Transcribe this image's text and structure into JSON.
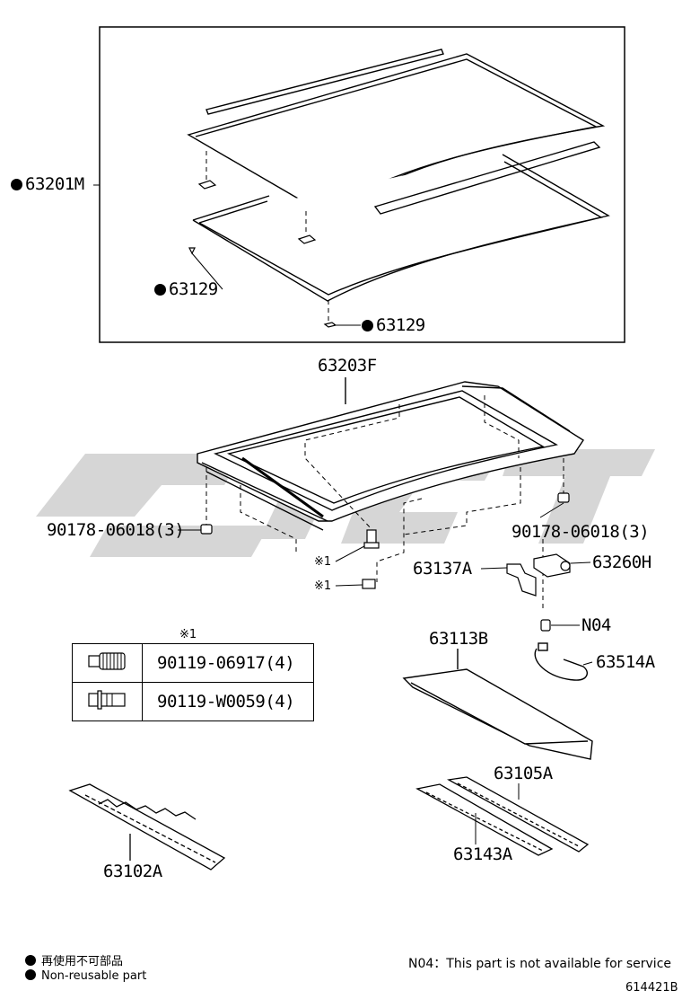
{
  "labels": {
    "p63201M": "63201M",
    "p63129a": "63129",
    "p63129b": "63129",
    "p63203F": "63203F",
    "p90178_left": "90178-06018(3)",
    "p90178_right": "90178-06018(3)",
    "ref1a": "※1",
    "ref1b": "※1",
    "p63137A": "63137A",
    "p63260H": "63260H",
    "pN04": "N04",
    "p63113B": "63113B",
    "p63514A": "63514A",
    "p63105A": "63105A",
    "p63143A": "63143A",
    "p63102A": "63102A"
  },
  "fastener_table": {
    "ref": "※1",
    "rows": [
      {
        "part": "90119-06917(4)",
        "icon": "bolt-icon"
      },
      {
        "part": "90119-W0059(4)",
        "icon": "flange-bolt-icon"
      }
    ]
  },
  "legend": {
    "jp": "再使用不可部品",
    "en": "Non-reusable part"
  },
  "note": "N04：This part is not available for service",
  "diagram_code": "614421B",
  "colors": {
    "line": "#000000",
    "watermark": "#d6d6d6"
  }
}
